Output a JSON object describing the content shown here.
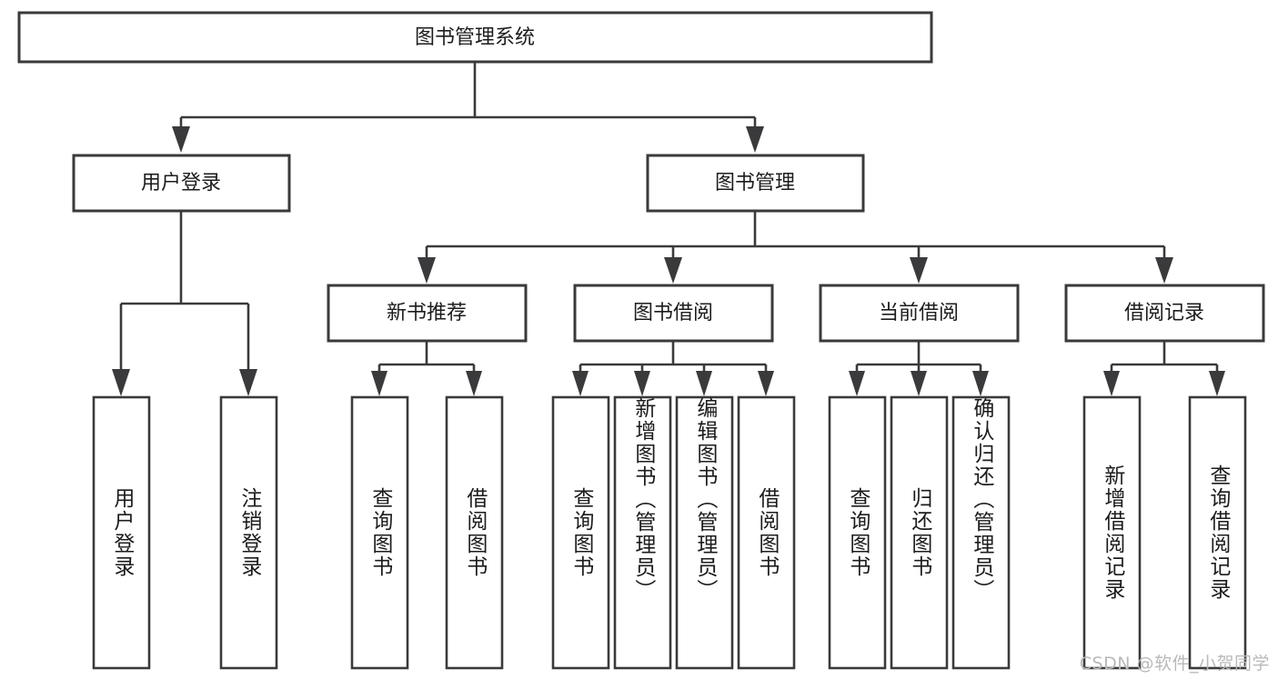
{
  "diagram": {
    "type": "tree",
    "title": "图书管理系统",
    "watermark": "CSDN @软件_小贺同学",
    "colors": {
      "box_stroke": "#3a3a3c",
      "box_fill": "#ffffff",
      "text": "#1c1c1e",
      "background": "#ffffff",
      "watermark": "#b9b9bb"
    },
    "root": {
      "label": "图书管理系统",
      "orientation": "horizontal"
    },
    "level2": [
      {
        "label": "用户登录",
        "orientation": "horizontal"
      },
      {
        "label": "图书管理",
        "orientation": "horizontal"
      }
    ],
    "level3": [
      {
        "label": "新书推荐",
        "orientation": "horizontal"
      },
      {
        "label": "图书借阅",
        "orientation": "horizontal"
      },
      {
        "label": "当前借阅",
        "orientation": "horizontal"
      },
      {
        "label": "借阅记录",
        "orientation": "horizontal"
      }
    ],
    "leaves": {
      "user_login": [
        {
          "label": "用户登录",
          "orientation": "vertical"
        },
        {
          "label": "注销登录",
          "orientation": "vertical"
        }
      ],
      "new_book_recommend": [
        {
          "label": "查询图书",
          "orientation": "vertical"
        },
        {
          "label": "借阅图书",
          "orientation": "vertical"
        }
      ],
      "book_borrow": [
        {
          "label": "查询图书",
          "orientation": "vertical"
        },
        {
          "label": "新增图书（管理员）",
          "orientation": "vertical"
        },
        {
          "label": "编辑图书（管理员）",
          "orientation": "vertical"
        },
        {
          "label": "借阅图书",
          "orientation": "vertical"
        }
      ],
      "current_borrow": [
        {
          "label": "查询图书",
          "orientation": "vertical"
        },
        {
          "label": "归还图书",
          "orientation": "vertical"
        },
        {
          "label": "确认归还（管理员）",
          "orientation": "vertical"
        }
      ],
      "borrow_record": [
        {
          "label": "新增借阅记录",
          "orientation": "vertical"
        },
        {
          "label": "查询借阅记录",
          "orientation": "vertical"
        }
      ]
    }
  }
}
